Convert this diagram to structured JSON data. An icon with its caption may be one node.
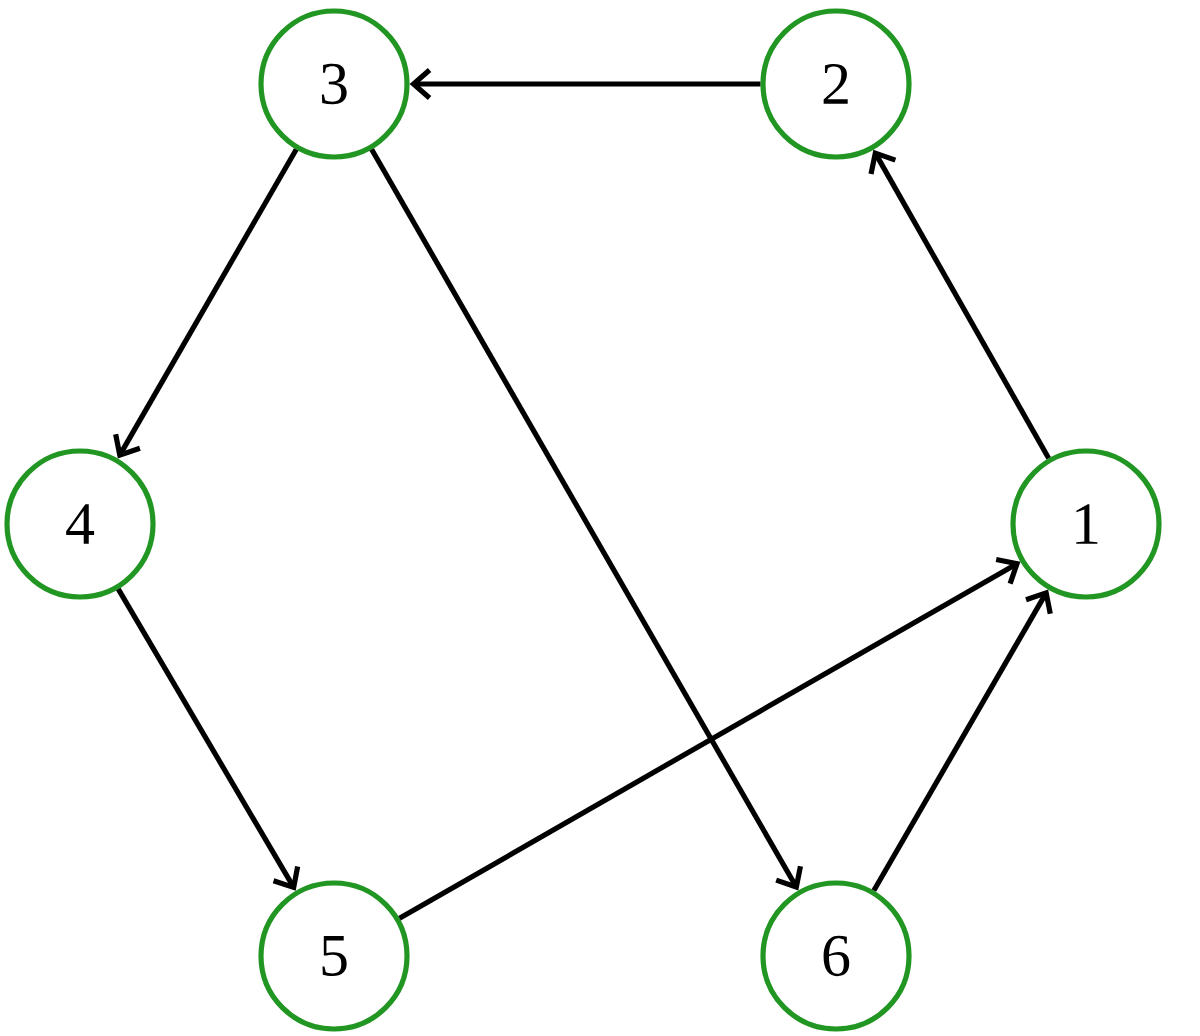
{
  "diagram": {
    "nodes": [
      {
        "text": [
          "1"
        ]
      },
      {
        "text": [
          "2"
        ]
      },
      {
        "text": [
          "3"
        ]
      },
      {
        "text": [
          "4"
        ]
      },
      {
        "text": [
          "5"
        ]
      },
      {
        "text": [
          "6"
        ]
      }
    ],
    "edges": [
      {
        "from": 0,
        "to": 1,
        "arrow": "to"
      },
      {
        "from": 1,
        "to": 2,
        "arrow": "to"
      },
      {
        "from": 2,
        "to": 3,
        "arrow": "to"
      },
      {
        "from": 3,
        "to": 4,
        "arrow": "to"
      },
      {
        "from": 4,
        "to": 0,
        "arrow": "to"
      },
      {
        "from": 5,
        "to": 0,
        "arrow": "to"
      },
      {
        "from": 2,
        "to": 5,
        "arrow": "to"
      }
    ]
  }
}
